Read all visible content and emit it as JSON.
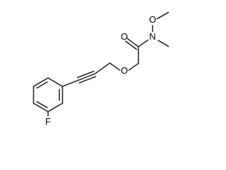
{
  "diagram": {
    "atoms": {
      "F": "F",
      "O_ether": "O",
      "O_carbonyl": "O",
      "N": "N",
      "O_methoxy": "O"
    },
    "colors": {
      "bond": "#2b2b2b",
      "label": "#000000",
      "background": "#ffffff"
    }
  }
}
